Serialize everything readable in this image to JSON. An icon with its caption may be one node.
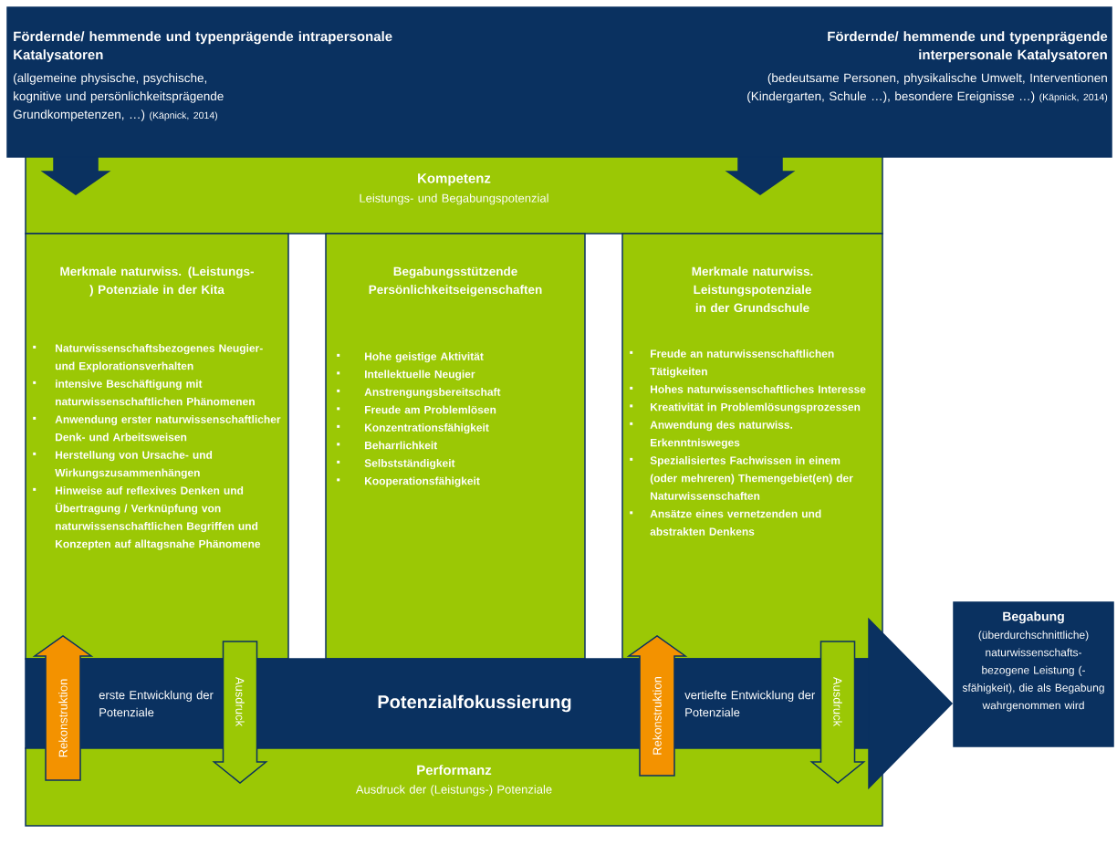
{
  "diagram": {
    "nodes": [
      {
        "text": [
          "Fördernde/ hemmende und typenprägende intrapersonale Katalysatoren",
          "(allgemeine physische, psychische, kognitive und persönlichkeitsprägende Grundkompetenzen, …)",
          "(Käpnick, 2014)",
          "Fördernde/ hemmende und typenprägende interpersonale Katalysatoren",
          "(bedeutsame Personen, physikalische Umwelt, Interventionen (Kindergarten, Schule …), besondere Ereignisse …)",
          "(Käpnick, 2014)"
        ]
      },
      {
        "text": [
          "Kompetenz",
          "Leistungs- und Begabungspotenzial"
        ]
      },
      {
        "text": [
          "Merkmale naturwiss. (Leistungs-) Potenziale in der Kita",
          "Naturwissenschaftsbezogenes Neugier- und Explorationsverhalten",
          "intensive Beschäftigung mit naturwissenschaftlichen Phänomenen",
          "Anwendung erster naturwissenschaftlicher Denk- und Arbeitsweisen",
          "Herstellung von Ursache- und Wirkungszusammenhängen",
          "Hinweise auf reflexives Denken und Übertragung / Verknüpfung von naturwissenschaftlichen Begriffen und Konzepten auf alltagsnahe Phänomene"
        ]
      },
      {
        "text": [
          "Begabungsstützende Persönlichkeitseigenschaften",
          "Hohe geistige Aktivität",
          "Intellektuelle Neugier",
          "Anstrengungsbereitschaft",
          "Freude am Problemlösen",
          "Konzentrationsfähigkeit",
          "Beharrlichkeit",
          "Selbstständigkeit",
          "Kooperationsfähigkeit"
        ]
      },
      {
        "text": [
          "Merkmale naturwiss. Leistungspotenziale in der Grundschule",
          "Freude an naturwissenschaftlichen Tätigkeiten",
          "Hohes naturwissenschaftliches Interesse",
          "Kreativität in Problemlösungsprozessen",
          "Anwendung des naturwiss. Erkenntnisweges",
          "Spezialisiertes Fachwissen in einem (oder mehreren) Themengebiet(en) der Naturwissenschaften",
          "Ansätze eines vernetzenden und abstrakten Denkens"
        ]
      },
      {
        "text": [
          "erste Entwicklung der Potenziale",
          "Potenzialfokussierung",
          "vertiefte Entwicklung der Potenziale"
        ]
      },
      {
        "text": [
          "Begabung",
          "(überdurchschnittliche) naturwissenschafts- bezogene Leistung (-sfähigkeit), die als Begabung wahrgenommen wird"
        ]
      },
      {
        "text": [
          "Performanz",
          "Ausdruck der (Leistungs-) Potenziale"
        ]
      }
    ],
    "edges": [
      {
        "from": 0,
        "to": 1,
        "arrow": "to"
      },
      {
        "from": 0,
        "to": 1,
        "arrow": "to"
      },
      {
        "from": 7,
        "to": 2,
        "arrow": "to",
        "label": "Rekonstruktion",
        "color": "#f39200"
      },
      {
        "from": 2,
        "to": 7,
        "arrow": "to",
        "label": "Ausdruck",
        "color": "#9bc805"
      },
      {
        "from": 7,
        "to": 4,
        "arrow": "to",
        "label": "Rekonstruktion",
        "color": "#f39200"
      },
      {
        "from": 4,
        "to": 7,
        "arrow": "to",
        "label": "Ausdruck",
        "color": "#9bc805"
      },
      {
        "from": 5,
        "to": 6,
        "arrow": "to"
      }
    ]
  }
}
